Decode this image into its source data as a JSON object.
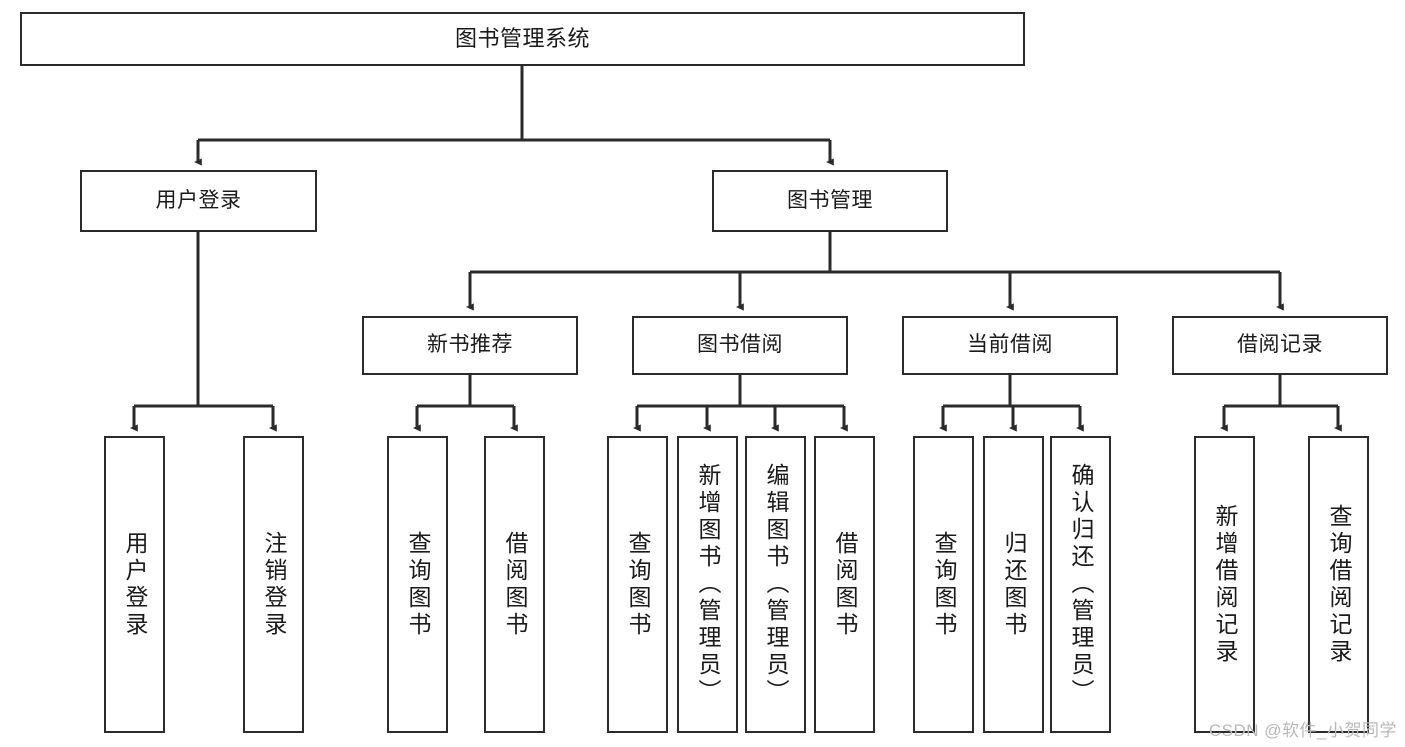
{
  "diagram": {
    "title": "图书管理系统",
    "watermark": "CSDN @软件_小贺同学",
    "line_color": "#2b2b2b",
    "box_fill": "#ffffff",
    "text_color": "#1a1a1a",
    "watermark_color": "#b9b9b9",
    "root": {
      "label": "图书管理系统"
    },
    "level1": [
      {
        "label": "用户登录"
      },
      {
        "label": "图书管理"
      }
    ],
    "level2": [
      {
        "label": "新书推荐"
      },
      {
        "label": "图书借阅"
      },
      {
        "label": "当前借阅"
      },
      {
        "label": "借阅记录"
      }
    ],
    "leaves": {
      "user_login": [
        {
          "label": "用户登录"
        },
        {
          "label": "注销登录"
        }
      ],
      "new_book_recommend": [
        {
          "label": "查询图书"
        },
        {
          "label": "借阅图书"
        }
      ],
      "book_borrow": [
        {
          "label": "查询图书"
        },
        {
          "label": "新增图书（管理员）"
        },
        {
          "label": "编辑图书（管理员）"
        },
        {
          "label": "借阅图书"
        }
      ],
      "current_borrow": [
        {
          "label": "查询图书"
        },
        {
          "label": "归还图书"
        },
        {
          "label": "确认归还（管理员）"
        }
      ],
      "borrow_record": [
        {
          "label": "新增借阅记录"
        },
        {
          "label": "查询借阅记录"
        }
      ]
    }
  }
}
